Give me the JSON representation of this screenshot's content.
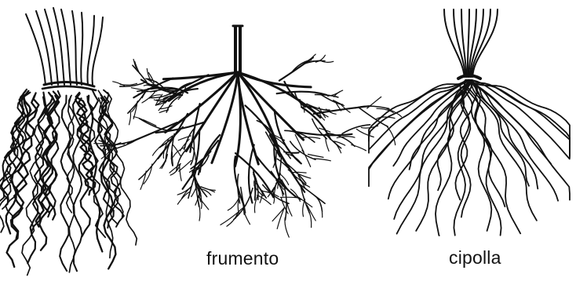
{
  "figure": {
    "ink_color": "#111111",
    "background_color": "#ffffff",
    "panels": [
      {
        "id": "left",
        "caption": ""
      },
      {
        "id": "center",
        "caption": "frumento"
      },
      {
        "id": "right",
        "caption": "cipolla"
      }
    ]
  },
  "captions": {
    "frumento": "frumento",
    "cipolla": "cipolla"
  }
}
